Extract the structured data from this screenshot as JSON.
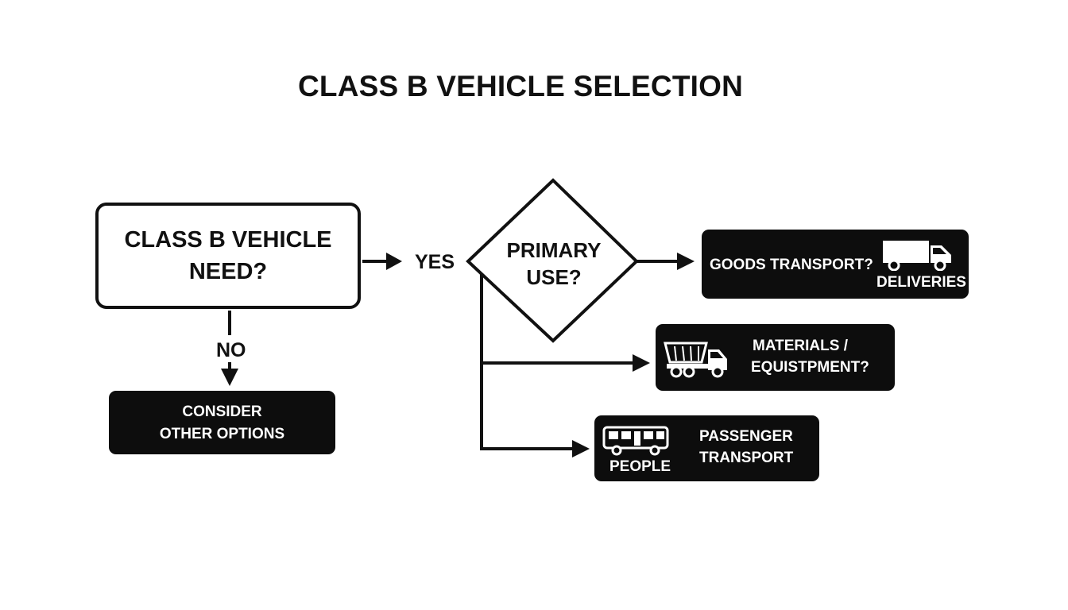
{
  "title": "CLASS B VEHICLE SELECTION",
  "start": {
    "line1": "CLASS B VEHICLE",
    "line2": "NEED?"
  },
  "yes_label": "YES",
  "no_label": "NO",
  "decision": {
    "line1": "PRIMARY",
    "line2": "USE?"
  },
  "consider": {
    "line1": "CONSIDER",
    "line2": "OTHER OPTIONS"
  },
  "goods": {
    "question": "GOODS TRANSPORT?",
    "sublabel": "DELIVERIES",
    "icon": "box-truck-icon"
  },
  "materials": {
    "line1": "MATERIALS /",
    "line2": "EQUISTPMENT?",
    "icon": "dump-truck-icon"
  },
  "passenger": {
    "line1": "PASSENGER",
    "line2": "TRANSPORT",
    "sublabel": "PEOPLE",
    "icon": "bus-icon"
  },
  "colors": {
    "ink": "#111111",
    "box_fill": "#0d0d0d",
    "background": "#ffffff"
  }
}
